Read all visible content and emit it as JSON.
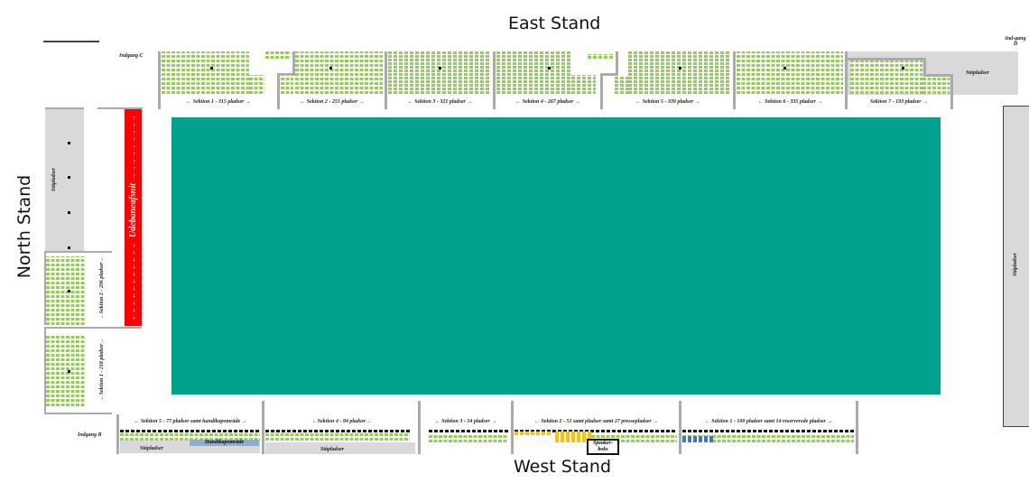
{
  "stands": {
    "east": "East Stand",
    "west": "West Stand",
    "north": "North Stand"
  },
  "entrances": {
    "c": "Indgang C",
    "d": "Ind-gang D",
    "b": "Indgang B"
  },
  "east_sections": [
    {
      "label": "← Sektion 1 - 315 pladser →"
    },
    {
      "label": "← Sektion 2 - 255 pladser →"
    },
    {
      "label": "← Sektion 3 - 321 pladser →"
    },
    {
      "label": "← Sektion 4 - 267 pladser →"
    },
    {
      "label": "← Sektion 5 - 339 pladser →"
    },
    {
      "label": "← Sektion 6 - 335 pladser →"
    },
    {
      "label": "Sektion 7 - 193 pladser →"
    }
  ],
  "north_sections": [
    {
      "label": "←Sektion 2 - 206 pladser→"
    },
    {
      "label": "←Sektion 1 - 218 pladser→"
    }
  ],
  "away_section": {
    "label": "Udebaneafsnit",
    "arrows_up": "→→→→→→→→→",
    "arrows_down": "←←←←←←←←←←←"
  },
  "west_sections": [
    {
      "label": "← Sektion 5 - 77 pladser samt handikapområde →"
    },
    {
      "label": "←Sektion 4 - 94 pladser→"
    },
    {
      "label": "← Sektion 3 - 54 pladser →"
    },
    {
      "label": "← Sektion 2 - 51 samt pladser samt 27 pressepladser →"
    },
    {
      "label": "← Sektion 1 - 100 pladser samt 14 reserverede pladser →"
    }
  ],
  "standing": "Ståpladser",
  "handicap": "Handikapområde",
  "speaker": "Speaker-boks",
  "colors": {
    "seat": "#92d050",
    "pitch": "#00a28e",
    "away": "#ff0000",
    "standing": "#d9d9d9",
    "handicap": "#8eaadb",
    "press": "#ffc000",
    "reserved": "#4472c4"
  }
}
